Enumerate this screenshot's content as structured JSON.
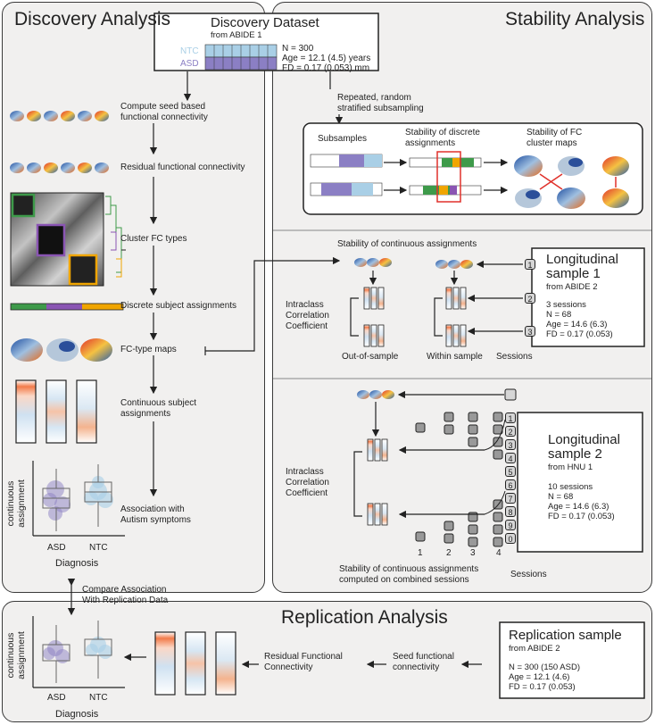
{
  "discovery": {
    "title": "Discovery Analysis",
    "steps": {
      "seed": "Compute seed based\nfunctional connectivity",
      "residual": "Residual functional connectivity",
      "cluster": "Cluster FC types",
      "discrete": "Discrete subject assignments",
      "maps": "FC-type maps",
      "continuous": "Continuous subject\nassignments",
      "association": "Association with\nAutism symptoms"
    },
    "boxplot": {
      "ylabel": "continuous\nassignment",
      "asd": "ASD",
      "ntc": "NTC",
      "xlabel": "Diagnosis"
    }
  },
  "dataset": {
    "title": "Discovery Dataset",
    "subtitle": "from ABIDE 1",
    "ntc": "NTC",
    "asd": "ASD",
    "n": "N = 300",
    "age": "Age = 12.1 (4.5) years",
    "fd": "FD = 0.17 (0.053) mm"
  },
  "stability": {
    "title": "Stability Analysis",
    "subsampling": "Repeated, random\nstratified subsampling",
    "subsamples": "Subsamples",
    "discrete": "Stability of discrete\nassignments",
    "cluster": "Stability of FC\ncluster maps"
  },
  "longitudinal1": {
    "continuous_title": "Stability of continuous assignments",
    "icc": "Intraclass\nCorrelation\nCoefficient",
    "out": "Out-of-sample",
    "within": "Within sample",
    "sessions": "Sessions",
    "box_title": "Longitudinal\nsample 1",
    "box_sub": "from ABIDE 2",
    "box_info": "3 sessions\nN = 68\nAge = 14.6 (6.3)\nFD = 0.17 (0.053)",
    "session_nums": [
      "1",
      "2",
      "3"
    ]
  },
  "longitudinal2": {
    "icc": "Intraclass\nCorrelation\nCoefficient",
    "box_title": "Longitudinal\nsample 2",
    "box_sub": "from HNU 1",
    "box_info": "10 sessions\nN = 68\nAge = 14.6 (6.3)\nFD = 0.17 (0.053)",
    "combined": "Stability of continuous assignments\ncomputed on combined sessions",
    "sessions": "Sessions",
    "col_labels": [
      "1",
      "2",
      "3",
      "4"
    ],
    "session_nums": [
      "1",
      "2",
      "3",
      "4",
      "5",
      "6",
      "7",
      "8",
      "9",
      "0"
    ]
  },
  "replication": {
    "title": "Replication Analysis",
    "compare": "Compare Association\nWith Replication Data",
    "residual": "Residual Functional\nConnectivity",
    "seed": "Seed functional\nconnectivity",
    "box_title": "Replication sample",
    "box_sub": "from ABIDE 2",
    "box_info": "N = 300 (150 ASD)\nAge = 12.1 (4.6)\nFD = 0.17 (0.053)",
    "boxplot": {
      "ylabel": "continuous\nassignment",
      "asd": "ASD",
      "ntc": "NTC",
      "xlabel": "Diagnosis"
    }
  },
  "colors": {
    "ntc": "#a9cfe6",
    "asd": "#8b7fc4",
    "green": "#3e9a4a",
    "purple": "#8a55b3",
    "orange": "#f0a500",
    "red": "#e0312b"
  }
}
